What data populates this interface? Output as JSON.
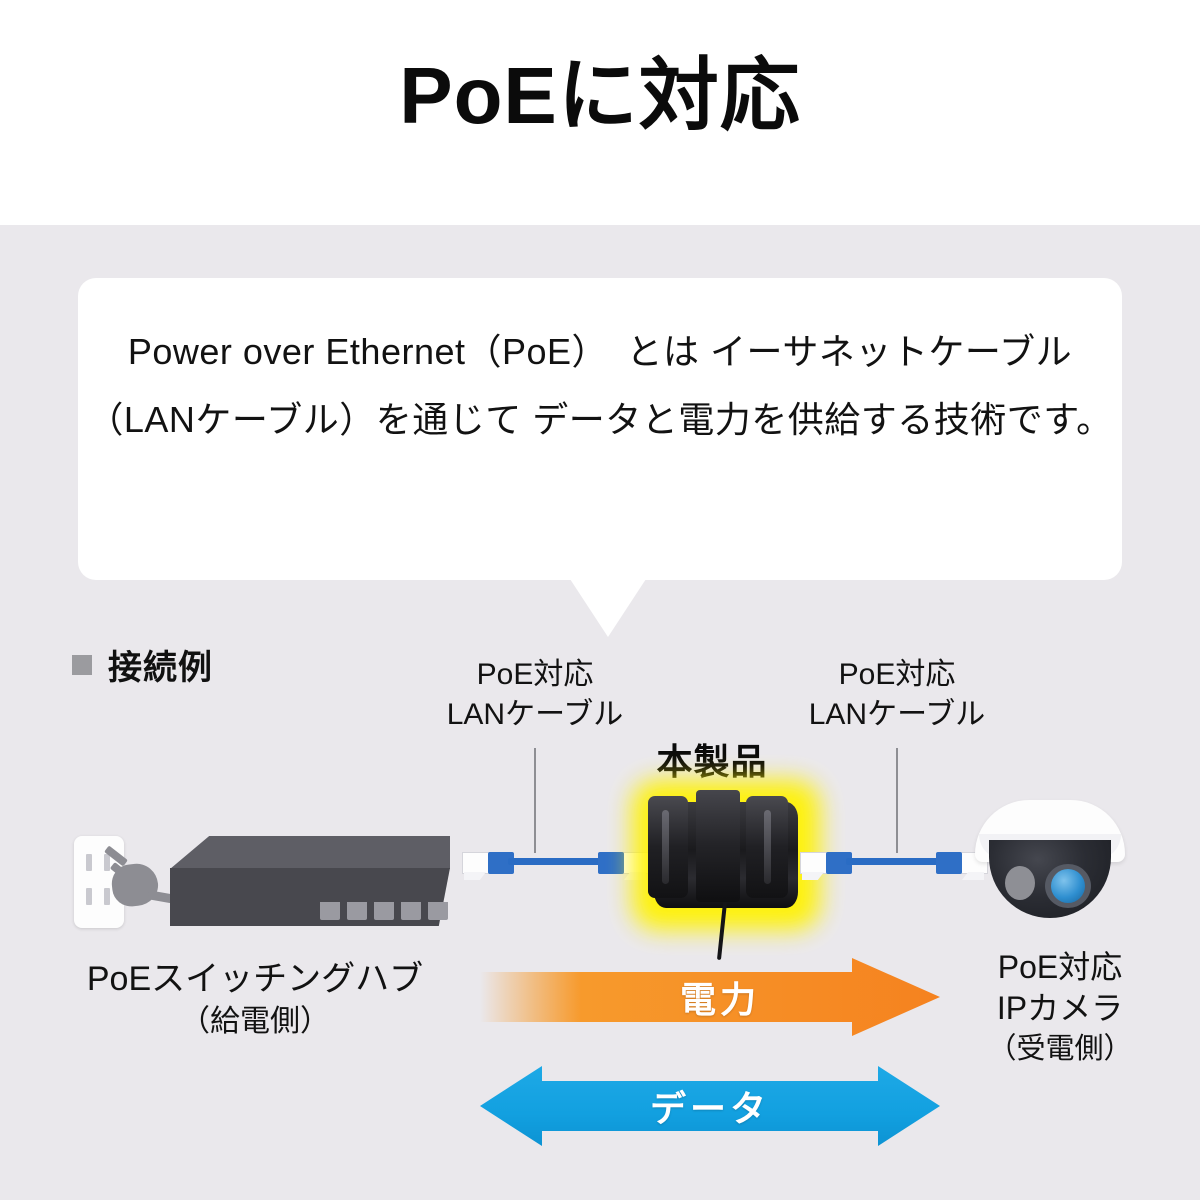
{
  "header": {
    "title": "PoEに対応"
  },
  "bubble": {
    "line1": "Power over Ethernet（PoE）　とは",
    "line2": "イーサネットケーブル（LANケーブル）を通じて",
    "line3": "データと電力を供給する技術です。",
    "text": "Power over Ethernet（PoE）　とは\nイーサネットケーブル（LANケーブル）を通じて\nデータと電力を供給する技術です。"
  },
  "section": {
    "label": "接続例",
    "bullet_color": "#9b9b9f"
  },
  "diagram": {
    "cable_left_label": "PoE対応\nLANケーブル",
    "cable_right_label": "PoE対応\nLANケーブル",
    "product_label": "本製品",
    "hub_label_line1": "PoEスイッチングハブ",
    "hub_label_line2": "（給電側）",
    "camera_label_line1": "PoE対応",
    "camera_label_line2": "IPカメラ",
    "camera_label_line3": "（受電側）"
  },
  "arrows": {
    "power": {
      "label": "電力",
      "color": "#f7941e",
      "direction": "right"
    },
    "data": {
      "label": "データ",
      "color": "#18a0e0",
      "direction": "both"
    }
  },
  "colors": {
    "page_background": "#ffffff",
    "panel_background": "#eae8ec",
    "bubble_background": "#ffffff",
    "title_color": "#0b0b0b",
    "product_glow": "#fff200",
    "cable_blue": "#2f6fc6",
    "hub_body": "#48484e",
    "camera_lens": "#2f8fd0"
  }
}
